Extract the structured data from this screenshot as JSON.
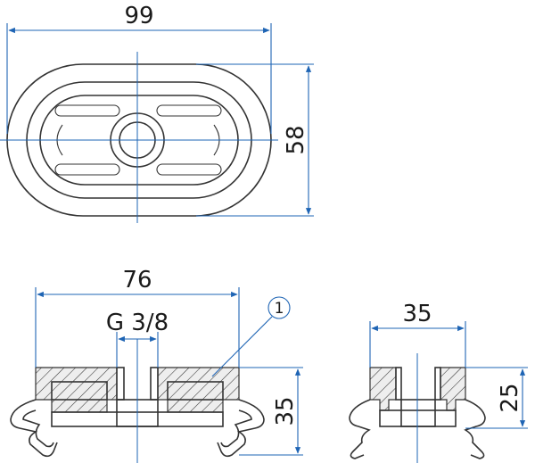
{
  "top_view": {
    "width_label": "99",
    "height_label": "58"
  },
  "front_section": {
    "width_label": "76",
    "thread_label": "G 3/8",
    "callout_number": "1",
    "height_label": "35"
  },
  "side_section": {
    "width_label": "35",
    "height_label": "25"
  },
  "colors": {
    "dimension": "#1e64b4",
    "outline": "#333333",
    "section_fill": "#eeeeee"
  }
}
